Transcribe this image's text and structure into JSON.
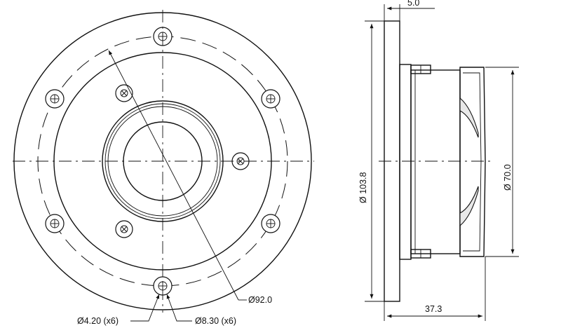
{
  "dimensions": {
    "flange_thickness": "5.0",
    "flange_diameter": "Ø 103.8",
    "body_diameter": "Ø 70.0",
    "depth": "37.3",
    "bolt_circle": "Ø92.0",
    "hole_small": "Ø4.20 (x6)",
    "hole_large": "Ø8.30 (x6)"
  }
}
